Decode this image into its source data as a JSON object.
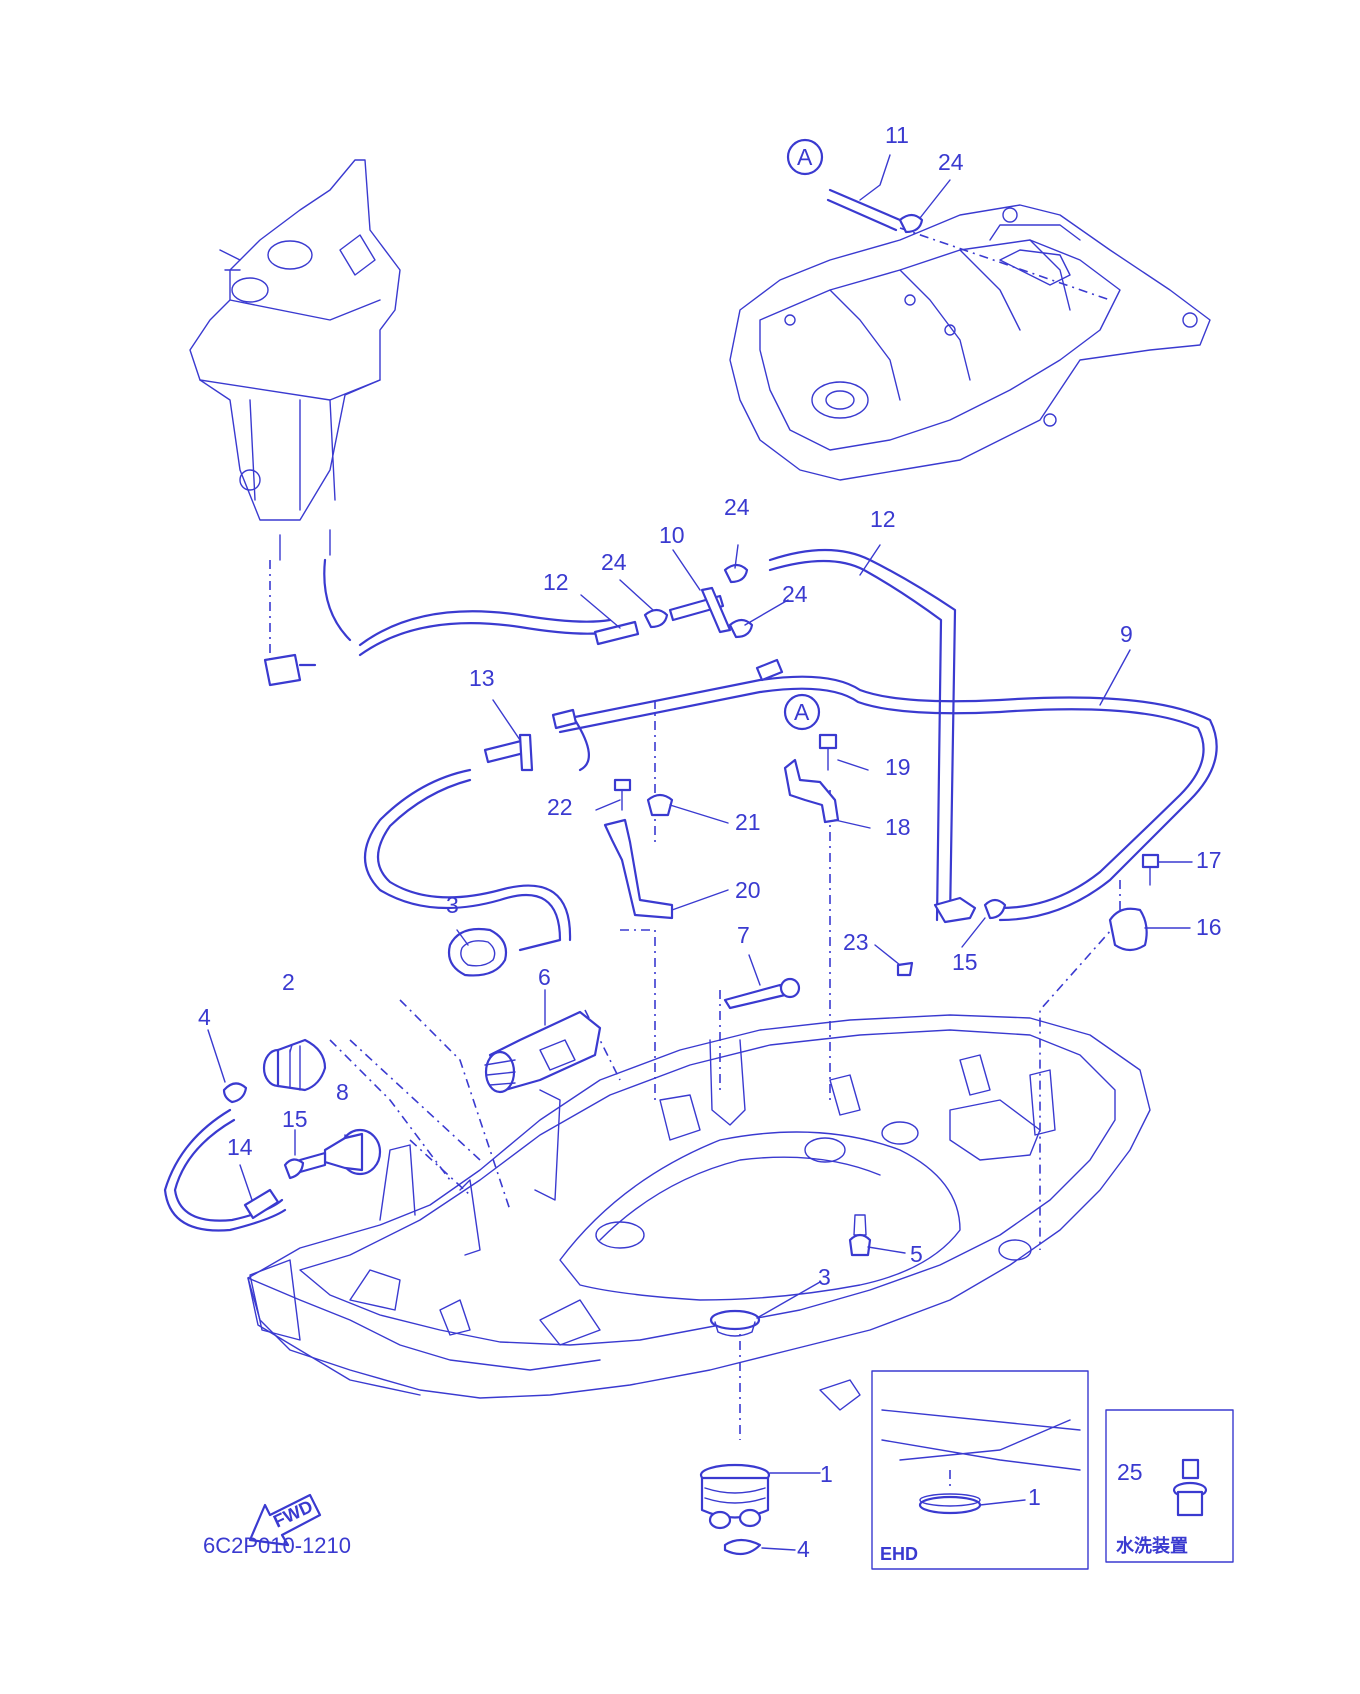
{
  "diagram": {
    "drawing_code": "6C2P010-1210",
    "fwd_label": "FWD",
    "callout_a": "A",
    "inset_ehd_label": "EHD",
    "inset_flush_label": "水洗装置",
    "part_labels": {
      "p1": "1",
      "p1b": "1",
      "p2": "2",
      "p3a": "3",
      "p3b": "3",
      "p4a": "4",
      "p4b": "4",
      "p5": "5",
      "p6": "6",
      "p7": "7",
      "p8": "8",
      "p9": "9",
      "p10": "10",
      "p11": "11",
      "p12a": "12",
      "p12b": "12",
      "p13": "13",
      "p14": "14",
      "p15a": "15",
      "p15b": "15",
      "p16": "16",
      "p17": "17",
      "p18": "18",
      "p19": "19",
      "p20": "20",
      "p21": "21",
      "p22": "22",
      "p23": "23",
      "p24a": "24",
      "p24b": "24",
      "p24c": "24",
      "p24d": "24",
      "p25": "25"
    }
  }
}
